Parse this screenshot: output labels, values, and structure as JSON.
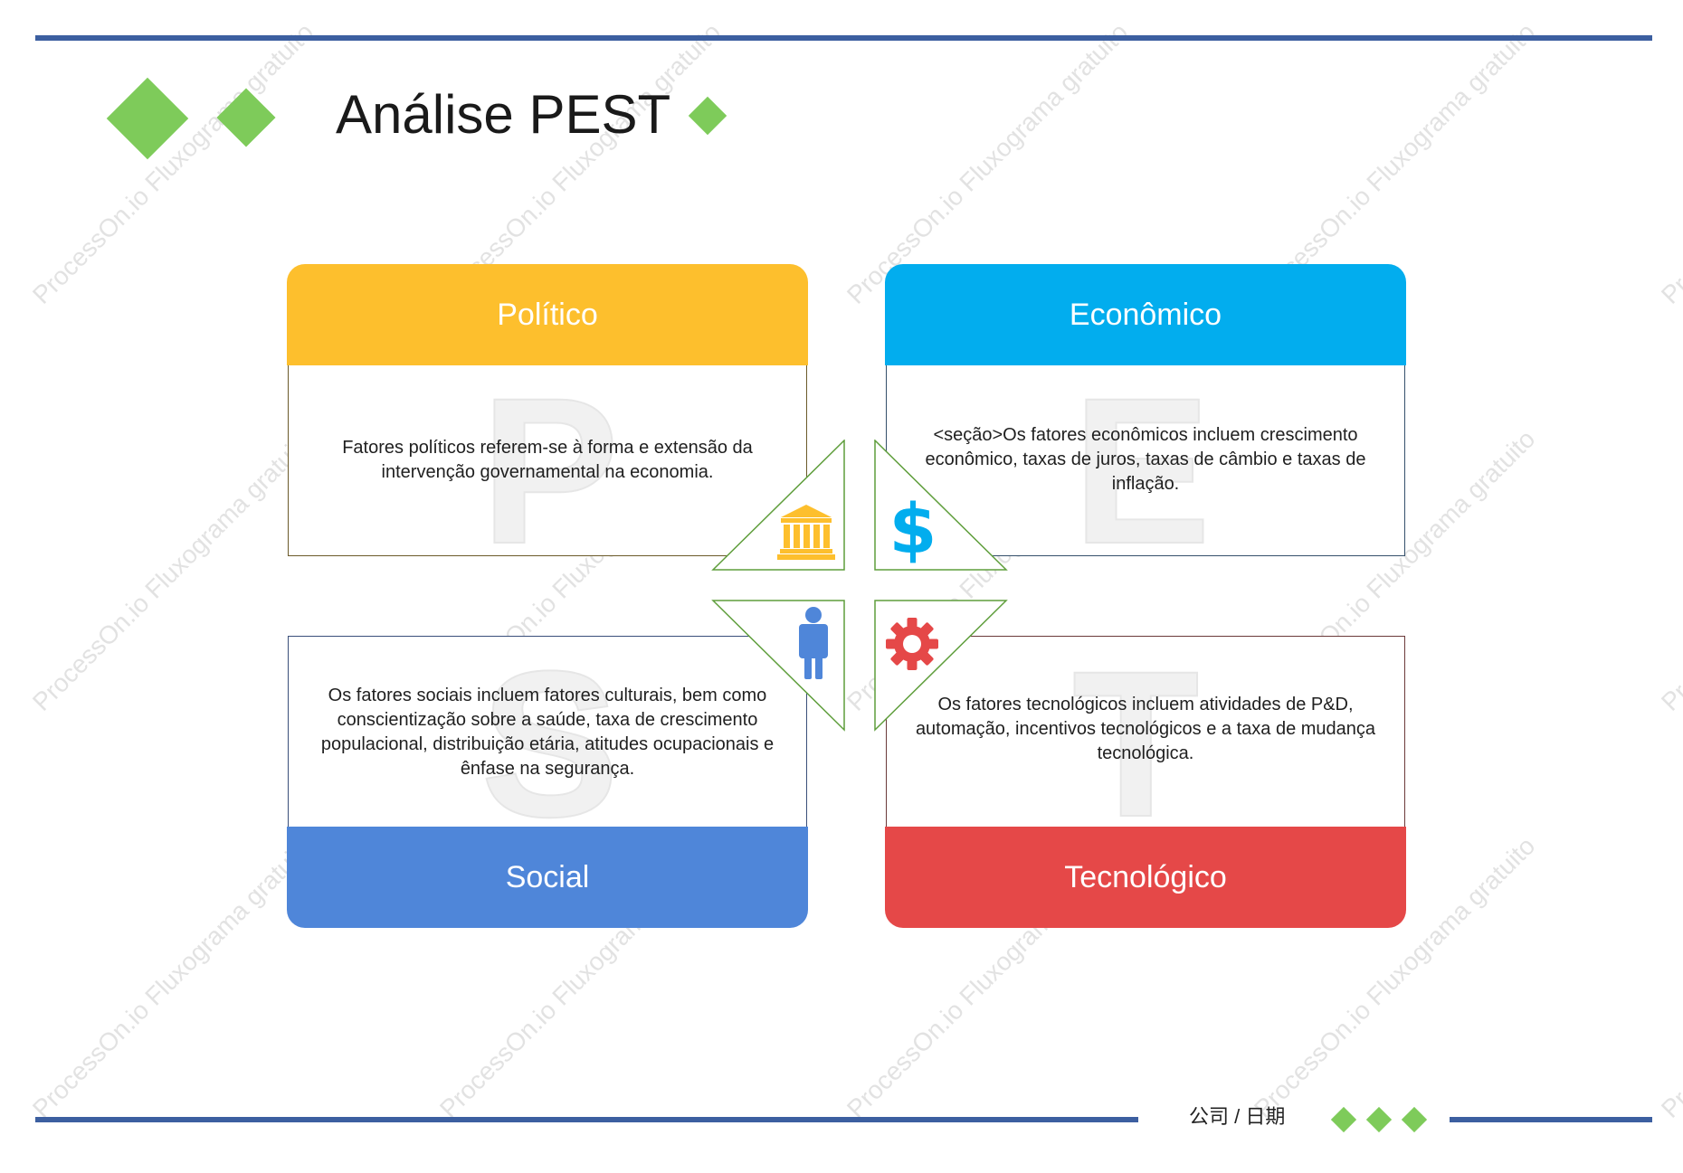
{
  "title": "Análise PEST",
  "footer": {
    "company_date": "公司 / 日期"
  },
  "watermark": "ProcessOn.io Fluxograma gratuito",
  "colors": {
    "rule": "#3c5fa0",
    "diamond": "#7ecb5a",
    "politico": "#fdbf2d",
    "economico": "#02adee",
    "social": "#4f86d9",
    "tecnologico": "#e54848",
    "center_outline": "#5f9e3c"
  },
  "quadrants": {
    "politico": {
      "label": "Político",
      "letter": "P",
      "icon": "bank-icon",
      "text": "Fatores políticos referem-se à forma e extensão da intervenção governamental na economia."
    },
    "economico": {
      "label": "Econômico",
      "letter": "E",
      "icon": "dollar-icon",
      "text": "<seção>Os fatores econômicos incluem crescimento econômico, taxas de juros, taxas de câmbio e taxas de inflação."
    },
    "social": {
      "label": "Social",
      "letter": "S",
      "icon": "person-icon",
      "text": "Os fatores sociais incluem fatores culturais, bem como conscientização sobre a saúde, taxa de crescimento populacional, distribuição etária, atitudes ocupacionais e ênfase na segurança."
    },
    "tecnologico": {
      "label": "Tecnológico",
      "letter": "T",
      "icon": "gear-icon",
      "text": "Os fatores tecnológicos incluem atividades de P&D, automação, incentivos tecnológicos e a taxa de mudança tecnológica."
    }
  }
}
